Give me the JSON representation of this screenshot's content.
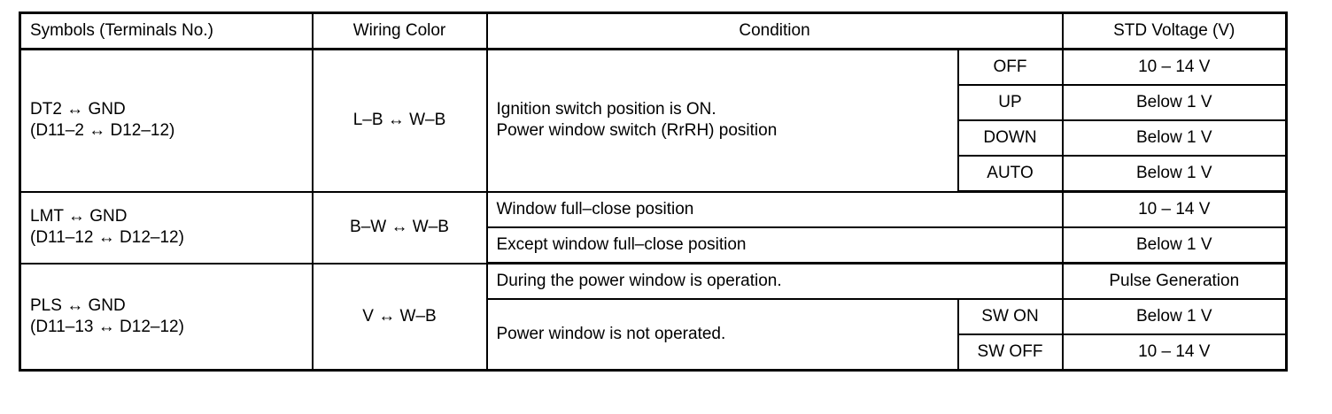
{
  "table": {
    "headers": {
      "symbols": "Symbols (Terminals No.)",
      "wiring_color": "Wiring Color",
      "condition": "Condition",
      "std_voltage": "STD Voltage (V)"
    },
    "groups": [
      {
        "symbol_line1": "DT2 ↔ GND",
        "symbol_line2": "(D11–2 ↔ D12–12)",
        "wiring_color": "L–B ↔ W–B",
        "condition_line1": "Ignition switch position is ON.",
        "condition_line2": "Power window switch (RrRH) position",
        "rows": [
          {
            "sub": "OFF",
            "voltage": "10 – 14 V"
          },
          {
            "sub": "UP",
            "voltage": "Below 1 V"
          },
          {
            "sub": "DOWN",
            "voltage": "Below 1 V"
          },
          {
            "sub": "AUTO",
            "voltage": "Below 1 V"
          }
        ]
      },
      {
        "symbol_line1": "LMT ↔ GND",
        "symbol_line2": "(D11–12 ↔ D12–12)",
        "wiring_color": "B–W ↔ W–B",
        "rows": [
          {
            "condition": "Window full–close position",
            "voltage": "10 – 14 V"
          },
          {
            "condition": "Except window full–close position",
            "voltage": "Below 1 V"
          }
        ]
      },
      {
        "symbol_line1": "PLS ↔ GND",
        "symbol_line2": "(D11–13 ↔ D12–12)",
        "wiring_color": "V ↔ W–B",
        "rows": [
          {
            "condition": "During the power window is operation.",
            "voltage": "Pulse Generation"
          },
          {
            "condition": "Power window is not operated.",
            "sub": "SW ON",
            "voltage": "Below 1 V"
          },
          {
            "sub": "SW OFF",
            "voltage": "10 – 14 V"
          }
        ]
      }
    ]
  }
}
